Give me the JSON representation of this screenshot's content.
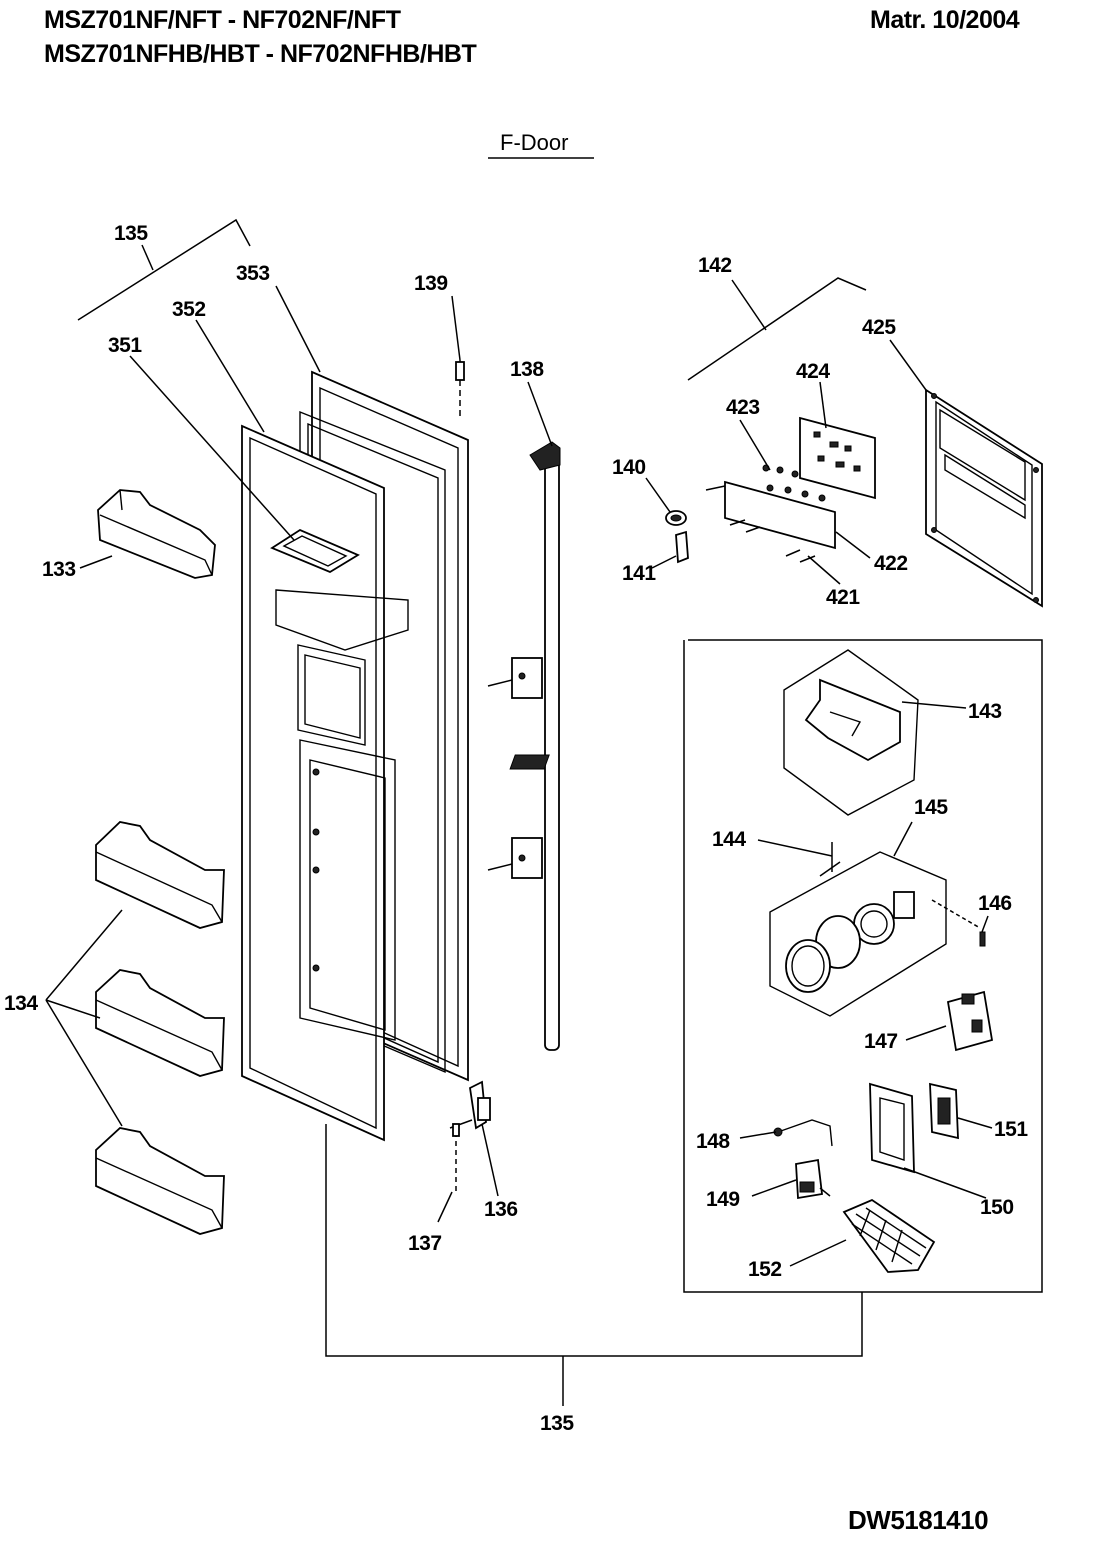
{
  "header": {
    "model_line_1": "MSZ701NF/NFT - NF702NF/NFT",
    "model_line_2": "MSZ701NFHB/HBT - NF702NFHB/HBT",
    "matr": "Matr. 10/2004"
  },
  "section_title": "F-Door",
  "doc_code": "DW5181410",
  "part_labels": {
    "p133": "133",
    "p134": "134",
    "p135_top": "135",
    "p135_bottom": "135",
    "p136": "136",
    "p137": "137",
    "p138": "138",
    "p139": "139",
    "p140": "140",
    "p141": "141",
    "p142": "142",
    "p143": "143",
    "p144": "144",
    "p145": "145",
    "p146": "146",
    "p147": "147",
    "p148": "148",
    "p149": "149",
    "p150": "150",
    "p151": "151",
    "p152": "152",
    "p351": "351",
    "p352": "352",
    "p353": "353",
    "p421": "421",
    "p422": "422",
    "p423": "423",
    "p424": "424",
    "p425": "425"
  }
}
